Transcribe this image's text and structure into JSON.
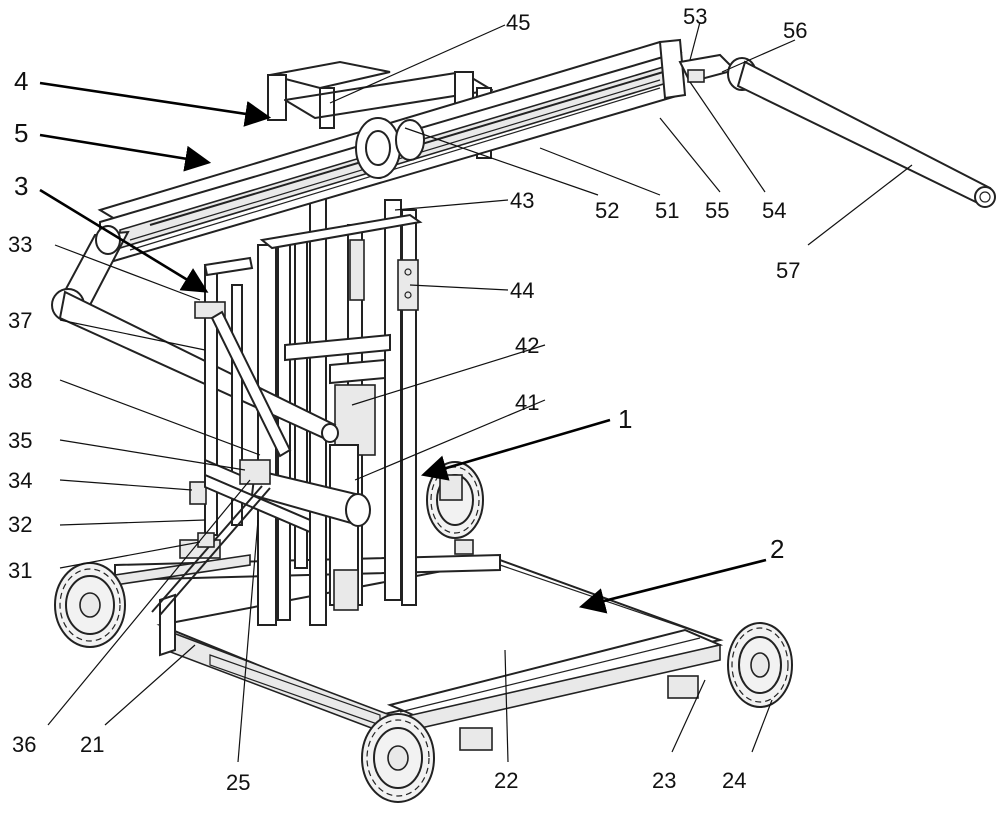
{
  "figure": {
    "title": "Mobile lifting frame with manipulator arm (patent drawing)",
    "labels": {
      "l1": "1",
      "l2": "2",
      "l3": "3",
      "l4": "4",
      "l5": "5",
      "l21": "21",
      "l22": "22",
      "l23": "23",
      "l24": "24",
      "l25": "25",
      "l31": "31",
      "l32": "32",
      "l33": "33",
      "l34": "34",
      "l35": "35",
      "l36": "36",
      "l37": "37",
      "l38": "38",
      "l41": "41",
      "l42": "42",
      "l43": "43",
      "l44": "44",
      "l45": "45",
      "l51": "51",
      "l52": "52",
      "l53": "53",
      "l54": "54",
      "l55": "55",
      "l56": "56",
      "l57": "57"
    }
  }
}
